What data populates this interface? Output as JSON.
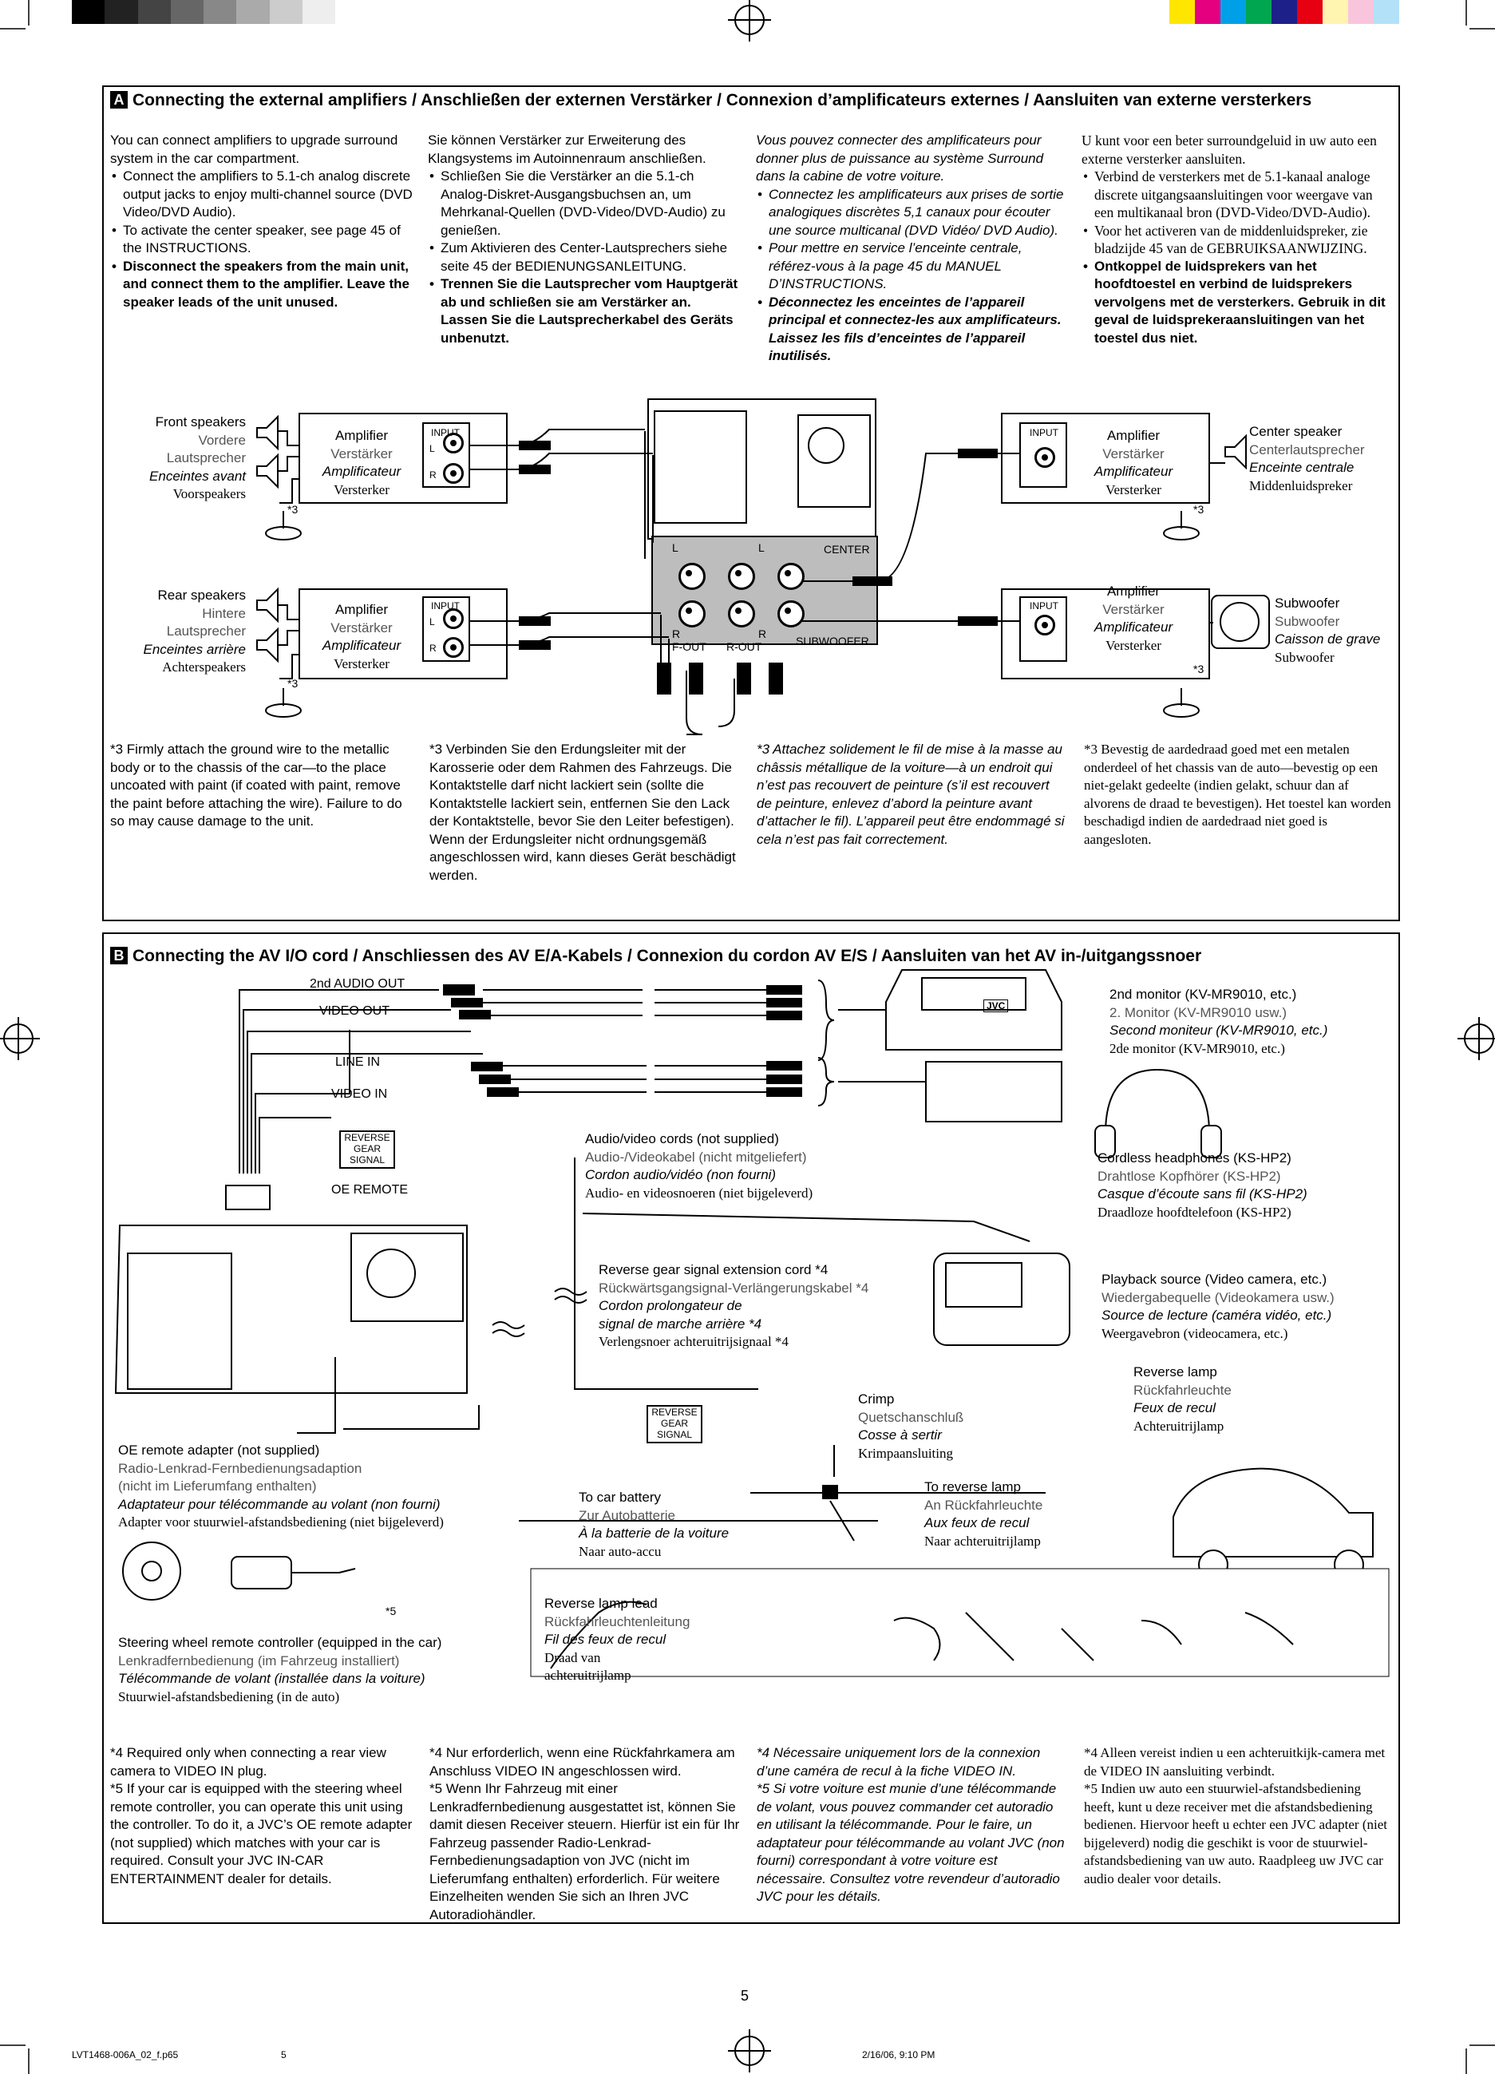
{
  "sectionA": {
    "letter": "A",
    "title": "Connecting the external amplifiers / Anschließen der externen Verstärker / Connexion d’amplificateurs externes / Aansluiten van externe versterkers",
    "en": {
      "intro": "You can connect amplifiers to upgrade surround system in the car compartment.",
      "bullets": [
        "Connect the amplifiers to 5.1-ch analog discrete output jacks to enjoy multi-channel source (DVD Video/DVD Audio).",
        "To activate the center speaker, see page 45 of the INSTRUCTIONS."
      ],
      "bold": "Disconnect the speakers from the main unit, and connect them to the amplifier. Leave the speaker leads of the unit unused."
    },
    "de": {
      "intro": "Sie können Verstärker zur Erweiterung des Klangsystems im Autoinnenraum anschließen.",
      "bullets": [
        "Schließen Sie die Verstärker an die 5.1-ch Analog-Diskret-Ausgangsbuchsen an, um Mehrkanal-Quellen (DVD-Video/DVD-Audio) zu genießen.",
        "Zum Aktivieren des Center-Lautsprechers siehe seite 45 der BEDIENUNGSANLEITUNG."
      ],
      "bold": "Trennen Sie die Lautsprecher vom Hauptgerät ab und schließen sie am Verstärker an. Lassen Sie die Lautsprecherkabel des Geräts unbenutzt."
    },
    "fr": {
      "intro": "Vous pouvez connecter des amplificateurs pour donner plus de puissance au système Surround dans la cabine de votre voiture.",
      "bullets": [
        "Connectez les amplificateurs aux prises de sortie analogiques discrètes 5,1 canaux pour écouter une source multicanal (DVD Vidéo/ DVD Audio).",
        "Pour mettre en service l’enceinte centrale, référez-vous à la page 45 du MANUEL D’INSTRUCTIONS."
      ],
      "bold": "Déconnectez les enceintes de l’appareil principal et connectez-les aux amplificateurs. Laissez les fils d’enceintes de l’appareil inutilisés."
    },
    "nl": {
      "intro": "U kunt voor een beter surroundgeluid in uw auto een externe versterker aansluiten.",
      "bullets": [
        "Verbind de versterkers met de 5.1-kanaal analoge discrete uitgangsaansluitingen voor weergave van een multikanaal bron (DVD-Video/DVD-Audio).",
        "Voor het activeren van de middenluidspreker, zie bladzijde 45 van de GEBRUIKSAANWIJZING."
      ],
      "bold": "Ontkoppel de luidsprekers van het hoofdtoestel en verbind de luidsprekers vervolgens met de versterkers. Gebruik in dit geval de luidsprekeraansluitingen van het toestel dus niet."
    },
    "diagram": {
      "front_speakers": [
        "Front speakers",
        "Vordere",
        "Lautsprecher",
        "Enceintes avant",
        "Voorspeakers"
      ],
      "rear_speakers": [
        "Rear speakers",
        "Hintere",
        "Lautsprecher",
        "Enceintes arrière",
        "Achterspeakers"
      ],
      "amplifier": [
        "Amplifier",
        "Verstärker",
        "Amplificateur",
        "Versterker"
      ],
      "center_speaker": [
        "Center speaker",
        "Centerlautsprecher",
        "Enceinte centrale",
        "Middenluidspreker"
      ],
      "subwoofer": [
        "Subwoofer",
        "Subwoofer",
        "Caisson de grave",
        "Subwoofer"
      ],
      "input": "INPUT",
      "l": "L",
      "r": "R",
      "center": "CENTER",
      "subwoofer_jack": "SUBWOOFER",
      "f_out": "F-OUT",
      "r_out": "R-OUT",
      "note3": "*3"
    },
    "footnotes": {
      "en": "*3 Firmly attach the ground wire to the metallic body or to the chassis of the car—to the place uncoated with paint (if coated with paint, remove the paint before attaching the wire). Failure to do so may cause damage to the unit.",
      "de": "*3 Verbinden Sie den Erdungsleiter mit der Karosserie oder dem Rahmen des Fahrzeugs. Die Kontaktstelle darf nicht lackiert sein (sollte die Kontaktstelle lackiert sein, entfernen Sie den Lack der Kontaktstelle, bevor Sie den Leiter befestigen). Wenn der Erdungsleiter nicht ordnungsgemäß angeschlossen wird, kann dieses Gerät beschädigt werden.",
      "fr": "*3 Attachez solidement le fil de mise à la masse au châssis métallique de la voiture—à un endroit qui n’est pas recouvert de peinture (s’il est recouvert de peinture, enlevez d’abord la peinture avant d’attacher le fil). L’appareil peut être endommagé si cela n’est pas fait correctement.",
      "nl": "*3 Bevestig de aardedraad goed met een metalen onderdeel of het chassis van de auto—bevestig op een niet-gelakt gedeelte (indien gelakt, schuur dan af alvorens de draad te bevestigen). Het toestel kan worden beschadigd indien de aardedraad niet goed is aangesloten."
    }
  },
  "sectionB": {
    "letter": "B",
    "title": "Connecting the AV I/O cord / Anschliessen des AV E/A-Kabels / Connexion du cordon AV E/S / Aansluiten van het AV in-/uitgangssnoer",
    "cable_labels": {
      "audio_out": "2nd AUDIO OUT",
      "video_out": "VIDEO OUT",
      "line_in": "LINE IN",
      "video_in": "VIDEO IN",
      "reverse_gear_signal": "REVERSE GEAR SIGNAL",
      "oe_remote": "OE REMOTE",
      "jvc": "JVC",
      "note5": "*5"
    },
    "second_monitor": [
      "2nd monitor (KV-MR9010, etc.)",
      "2. Monitor (KV-MR9010 usw.)",
      "Second moniteur (KV-MR9010, etc.)",
      "2de monitor (KV-MR9010, etc.)"
    ],
    "headphones": [
      "Cordless headphones (KS-HP2)",
      "Drahtlose Kopfhörer (KS-HP2)",
      "Casque d’écoute sans fil (KS-HP2)",
      "Draadloze hoofdtelefoon (KS-HP2)"
    ],
    "av_cords": [
      "Audio/video cords (not supplied)",
      "Audio-/Videokabel (nicht mitgeliefert)",
      "Cordon audio/vidéo (non fourni)",
      "Audio- en videosnoeren (niet bijgeleverd)"
    ],
    "reverse_cord": [
      "Reverse gear signal extension cord *4",
      "Rückwärtsgangsignal-Verlängerungskabel *4",
      "Cordon prolongateur de",
      "signal de marche arrière *4",
      "Verlengsnoer achteruitrijsignaal *4"
    ],
    "playback": [
      "Playback source (Video camera, etc.)",
      "Wiedergabequelle (Videokamera usw.)",
      "Source de lecture (caméra vidéo, etc.)",
      "Weergavebron (videocamera, etc.)"
    ],
    "reverse_lamp": [
      "Reverse lamp",
      "Rückfahrleuchte",
      "Feux de recul",
      "Achteruitrijlamp"
    ],
    "crimp": [
      "Crimp",
      "Quetschanschluß",
      "Cosse à sertir",
      "Krimpaansluiting"
    ],
    "to_reverse_lamp": [
      "To reverse lamp",
      "An Rückfahrleuchte",
      "Aux feux de recul",
      "Naar achteruitrijlamp"
    ],
    "to_battery": [
      "To car battery",
      "Zur Autobatterie",
      "À la batterie de la voiture",
      "Naar auto-accu"
    ],
    "oe_adapter": [
      "OE remote adapter (not supplied)",
      "Radio-Lenkrad-Fernbedienungsadaption",
      "(nicht im Lieferumfang enthalten)",
      "Adaptateur pour télécommande au volant (non fourni)",
      "Adapter voor stuurwiel-afstandsbediening (niet bijgeleverd)"
    ],
    "steering": [
      "Steering wheel remote controller (equipped in the car)",
      "Lenkradfernbedienung (im Fahrzeug installiert)",
      "Télécommande de volant (installée dans la voiture)",
      "Stuurwiel-afstandsbediening (in de auto)"
    ],
    "reverse_lead": [
      "Reverse lamp lead",
      "Rückfahrleuchtenleitung",
      "Fil des feux de recul",
      "Draad van",
      "achteruitrijlamp"
    ],
    "footnotes": {
      "en": [
        "*4 Required only when connecting a rear view camera to VIDEO IN plug.",
        "*5 If your car is equipped with the steering wheel remote controller, you can operate this unit using the controller. To do it, a JVC’s OE remote adapter (not supplied) which matches with your car is required. Consult your JVC IN-CAR ENTERTAINMENT dealer for details."
      ],
      "de": [
        "*4 Nur erforderlich, wenn eine Rückfahrkamera am Anschluss VIDEO IN angeschlossen wird.",
        "*5 Wenn Ihr Fahrzeug mit einer Lenkradfernbedienung ausgestattet ist, können Sie damit diesen Receiver steuern. Hierfür ist ein für Ihr Fahrzeug passender Radio-Lenkrad-Fernbedienungsadaption von JVC (nicht im Lieferumfang enthalten) erforderlich. Für weitere Einzelheiten wenden Sie sich an Ihren JVC Autoradiohändler."
      ],
      "fr": [
        "*4 Nécessaire uniquement lors de la connexion d’une caméra de recul à la fiche VIDEO IN.",
        "*5 Si votre voiture est munie d’une télécommande de volant, vous pouvez commander cet autoradio en utilisant la télécommande. Pour le faire, un adaptateur pour télécommande au volant JVC (non fourni) correspondant à votre voiture est nécessaire. Consultez votre revendeur d’autoradio JVC pour les détails."
      ],
      "nl": [
        "*4 Alleen vereist indien u een achteruitkijk-camera met de VIDEO IN aansluiting verbindt.",
        "*5 Indien uw auto een stuurwiel-afstandsbediening heeft, kunt u deze receiver met die afstandsbediening bedienen. Hiervoor heeft u echter een JVC adapter (niet bijgeleverd) nodig die geschikt is voor de stuurwiel-afstandsbediening van uw auto. Raadpleeg uw JVC car audio dealer voor details."
      ]
    }
  },
  "page_number": "5",
  "footer": {
    "file": "LVT1468-006A_02_f.p65",
    "page": "5",
    "date": "2/16/06, 9:10 PM"
  },
  "colors": {
    "swatch_black": "#000000",
    "swatch_grey": "#bdbdbd",
    "yellow": "#ffe600",
    "magenta": "#e4007f",
    "cyan": "#00a0e9",
    "green": "#00a650",
    "blue": "#1d2088",
    "red": "#e60012"
  }
}
